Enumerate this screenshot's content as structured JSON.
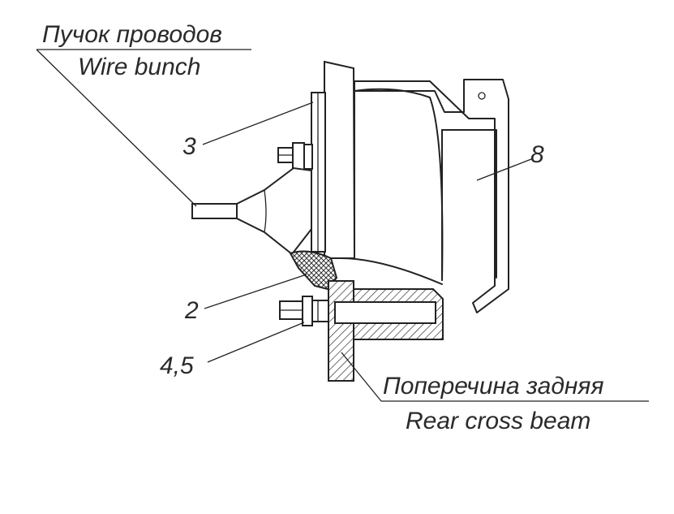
{
  "labels": {
    "wire_bunch_ru": "Пучок проводов",
    "wire_bunch_en": "Wire bunch",
    "rear_cross_beam_ru": "Поперечина задняя",
    "rear_cross_beam_en": "Rear cross beam",
    "callout_3": "3",
    "callout_8": "8",
    "callout_2": "2",
    "callout_4_5": "4,5"
  }
}
